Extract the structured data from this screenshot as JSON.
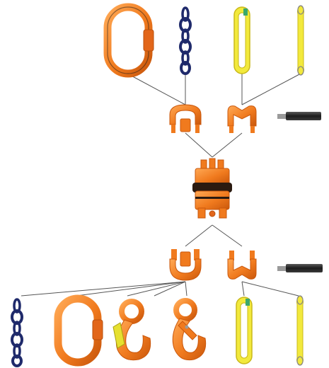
{
  "title": "",
  "colors": {
    "orange": "#f07a1e",
    "orange_dark": "#c9570c",
    "orange_light": "#ffa955",
    "chain_navy": "#1f2a6b",
    "sling_yellow": "#f2e93c",
    "sling_edge": "#c9b91a",
    "connector_lines": "#555555",
    "pin_dark": "#2a2a2a",
    "pin_grey": "#9a9a9a",
    "hook_latch": "#e6e030"
  },
  "components": {
    "top_row": [
      "master-link",
      "chain",
      "round-sling",
      "webbing-sling"
    ],
    "upper_connectors": [
      "connector-clevis",
      "connector-clevis-wide",
      "locking-pin"
    ],
    "center": "swivel-body",
    "lower_connectors": [
      "connector-clevis",
      "connector-clevis-wide",
      "locking-pin"
    ],
    "bottom_row": [
      "chain",
      "master-link",
      "sling-hook",
      "self-locking-hook",
      "round-sling",
      "webbing-sling"
    ]
  }
}
